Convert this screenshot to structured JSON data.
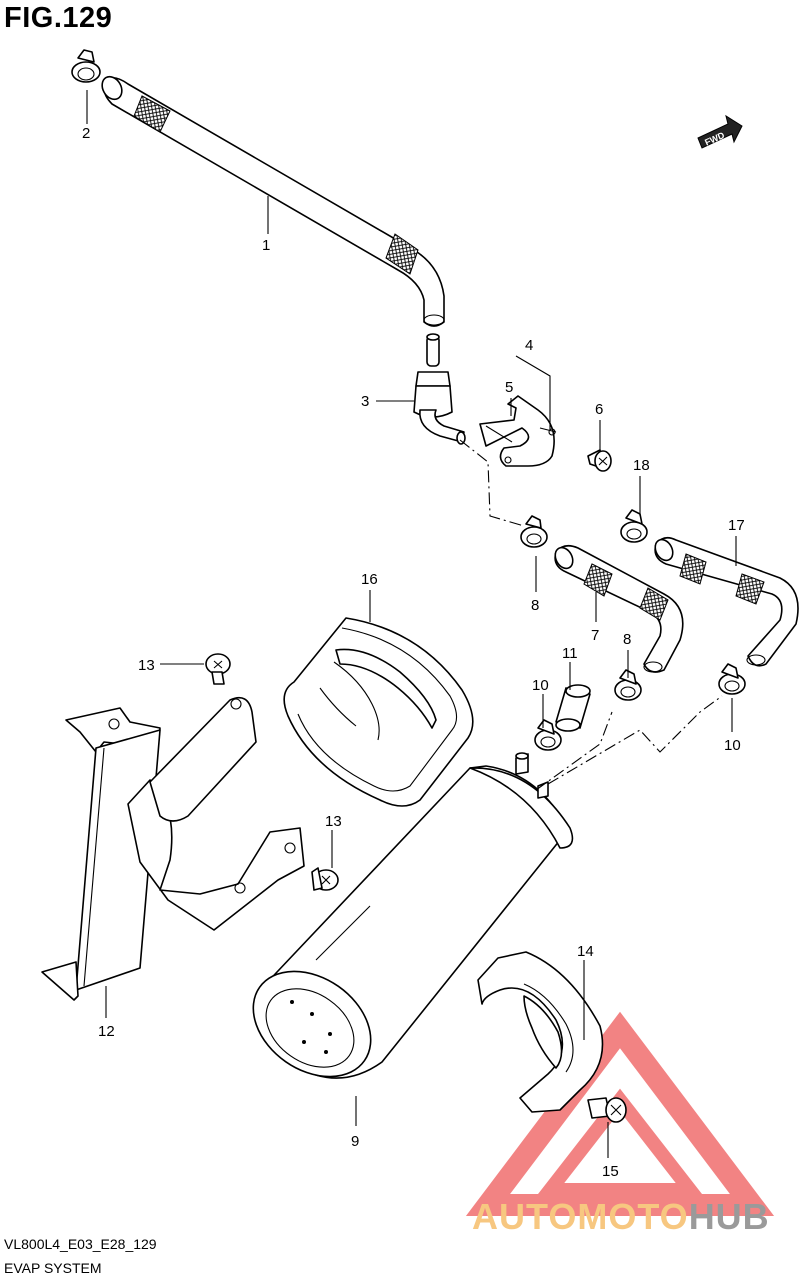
{
  "figure": {
    "title": "FIG.129",
    "code": "VL800L4_E03_E28_129",
    "name": "EVAP SYSTEM"
  },
  "fwd_label": "FWD",
  "callouts": [
    "1",
    "2",
    "3",
    "4",
    "5",
    "6",
    "7",
    "8",
    "8",
    "9",
    "10",
    "10",
    "11",
    "12",
    "13",
    "13",
    "14",
    "15",
    "16",
    "17",
    "18"
  ],
  "watermark": {
    "auto": "AUTO",
    "moto": "MOTO",
    "hub": "HUB",
    "triangle_color": "#e03a3a",
    "auto_color": "#f7c780",
    "hub_color": "#9a9a9a"
  }
}
